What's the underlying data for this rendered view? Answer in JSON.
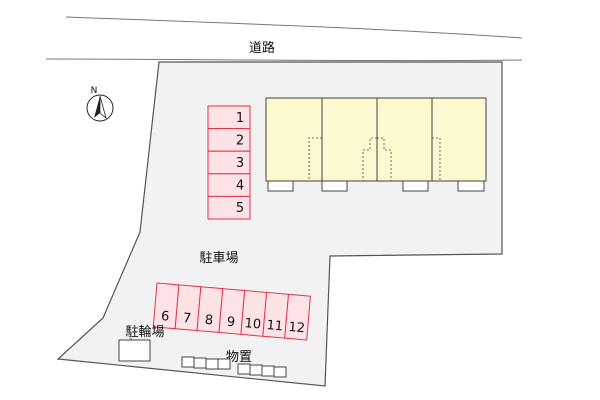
{
  "labels": {
    "road": "道路",
    "parking": "駐車場",
    "bicycle_parking": "駐輪場",
    "storage": "物置",
    "north": "N"
  },
  "parking_spaces": {
    "column": [
      "1",
      "2",
      "3",
      "4",
      "5"
    ],
    "row": [
      "6",
      "7",
      "8",
      "9",
      "10",
      "11",
      "12"
    ]
  },
  "colors": {
    "parking_fill": "#fde2e6",
    "parking_stroke": "#e0354a",
    "building_fill": "#fcf8cf",
    "lot_fill": "#f2f2f2",
    "outline": "#444444"
  },
  "icons": {
    "compass": "north-arrow-icon"
  }
}
